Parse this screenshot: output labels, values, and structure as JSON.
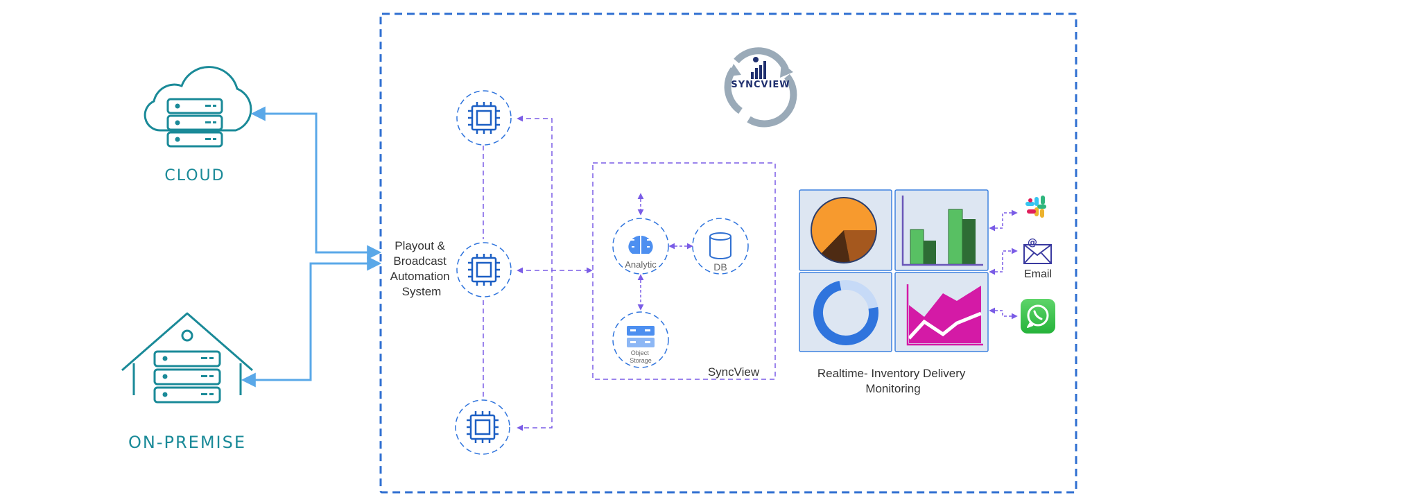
{
  "cloud": {
    "label": "CLOUD"
  },
  "onpremise": {
    "label": "ON-PREMISE"
  },
  "playout": {
    "lines": [
      "Playout &",
      "Broadcast",
      "Automation",
      "System"
    ]
  },
  "logo": {
    "text": "SYNCVIEW"
  },
  "syncview_box": {
    "label": "SyncView",
    "analytic_label": "Analytic",
    "db_label": "DB",
    "storage_lines": [
      "Object",
      "Storage"
    ]
  },
  "monitoring": {
    "lines": [
      "Realtime- Inventory Delivery",
      "Monitoring"
    ]
  },
  "notifications": {
    "email_label": "Email",
    "slack_icon": "slack-icon",
    "whatsapp_icon": "whatsapp-icon"
  },
  "colors": {
    "teal": "#1a8a98",
    "blue_link": "#5aa8e8",
    "dash_border": "#2f6fd1",
    "purple_dash": "#7a5ce6",
    "orange": "#f79a2e",
    "green": "#58c063",
    "dark_green": "#2e6c35",
    "magenta": "#d41aa6",
    "donut_blue": "#2f74dd"
  }
}
